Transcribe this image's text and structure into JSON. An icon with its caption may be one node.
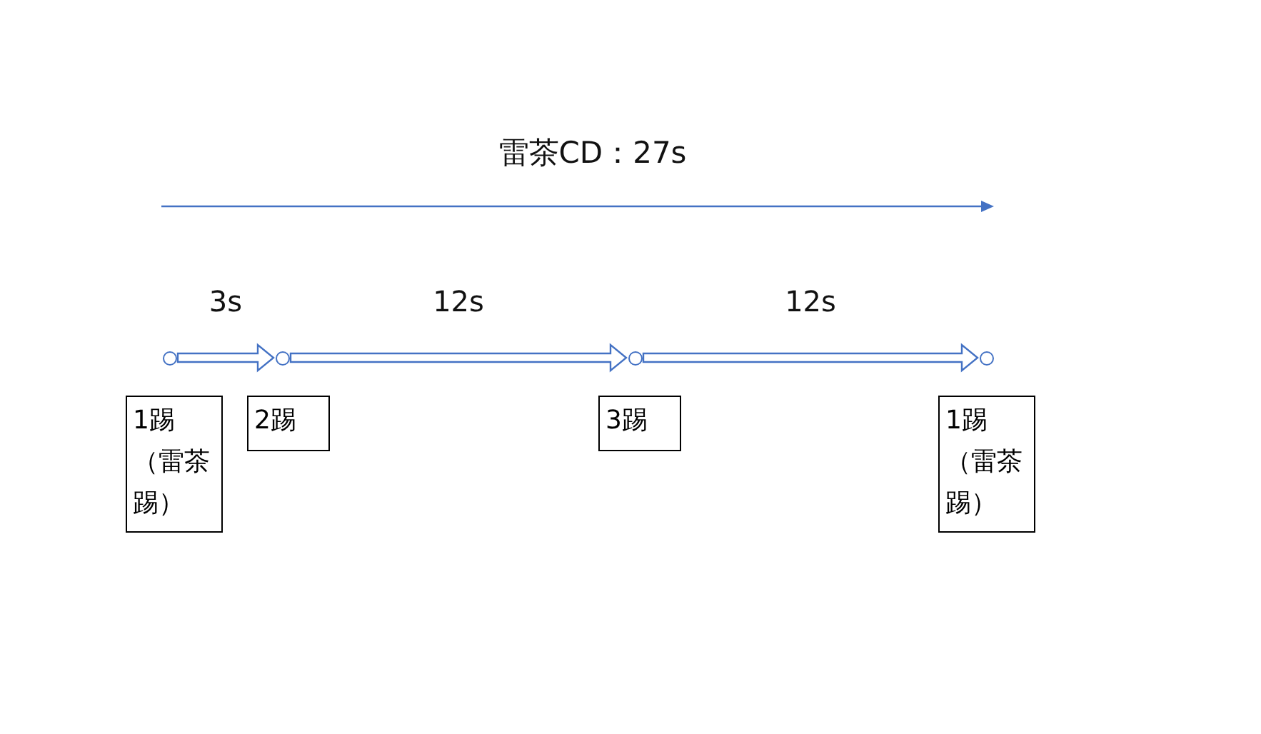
{
  "diagram": {
    "title": "雷茶CD：27s",
    "nodes": [
      {
        "text": [],
        "shape": "circle"
      },
      {
        "text": [],
        "shape": "circle"
      },
      {
        "text": [],
        "shape": "circle"
      },
      {
        "text": [],
        "shape": "circle"
      },
      {
        "text": [
          "1踢（雷茶踢）"
        ]
      },
      {
        "text": [
          "2踢"
        ]
      },
      {
        "text": [
          "3踢"
        ]
      },
      {
        "text": [
          "1踢（雷茶踢）"
        ]
      }
    ],
    "edges": [
      {
        "from": 0,
        "to": 1,
        "arrow": "to",
        "label": "3s"
      },
      {
        "from": 1,
        "to": 2,
        "arrow": "to",
        "label": "12s"
      },
      {
        "from": 2,
        "to": 3,
        "arrow": "to",
        "label": "12s"
      }
    ]
  }
}
